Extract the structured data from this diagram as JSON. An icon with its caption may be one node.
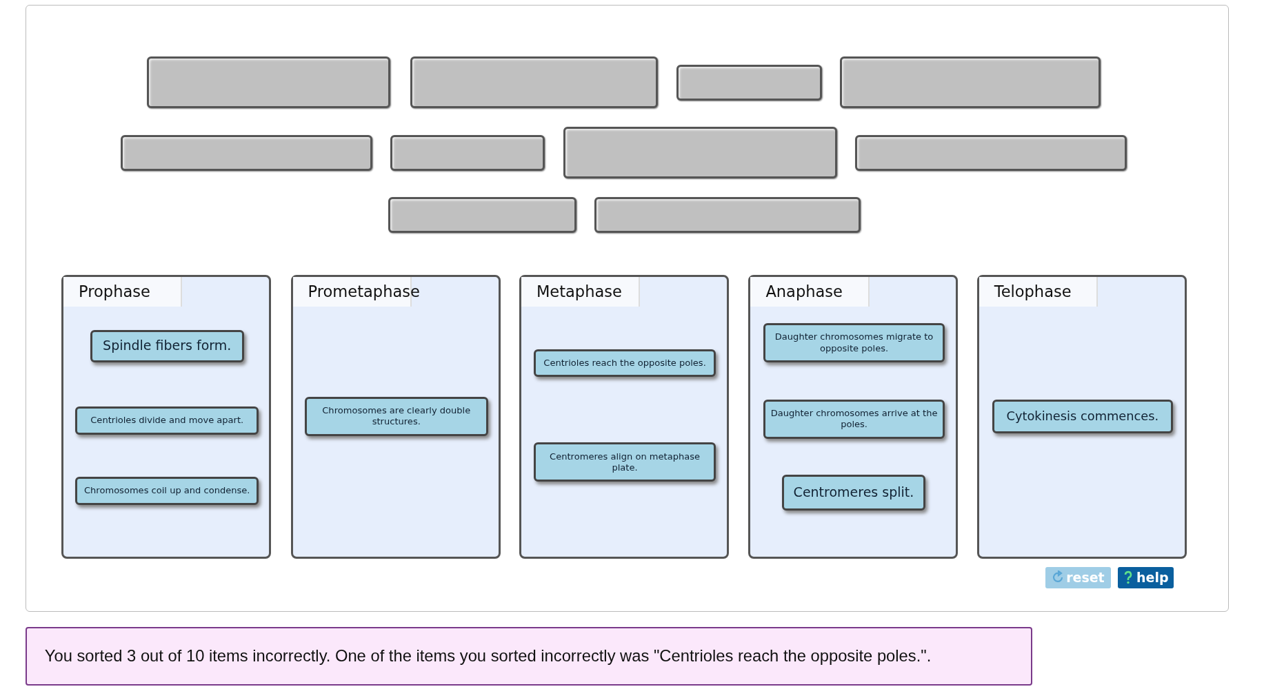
{
  "diagram": {
    "nodes": [
      {
        "text": [],
        "shape": "box"
      },
      {
        "text": [],
        "shape": "box"
      },
      {
        "text": [],
        "shape": "box"
      },
      {
        "text": [],
        "shape": "box"
      },
      {
        "text": [],
        "shape": "box"
      },
      {
        "text": [],
        "shape": "box"
      },
      {
        "text": [],
        "shape": "box"
      },
      {
        "text": [],
        "shape": "box"
      },
      {
        "text": [],
        "shape": "box"
      },
      {
        "text": [],
        "shape": "box"
      },
      {
        "text": [
          "Prophase"
        ]
      },
      {
        "text": [
          "Spindle fibers form."
        ],
        "in": 10
      },
      {
        "text": [
          "Centrioles divide and move apart."
        ],
        "in": 10
      },
      {
        "text": [
          "Chromosomes coil up and condense."
        ],
        "in": 10
      },
      {
        "text": [
          "Prometaphase"
        ]
      },
      {
        "text": [
          "Chromosomes are clearly double structures."
        ],
        "in": 14
      },
      {
        "text": [
          "Metaphase"
        ]
      },
      {
        "text": [
          "Centrioles reach the opposite poles."
        ],
        "in": 16
      },
      {
        "text": [
          "Centromeres align on metaphase plate."
        ],
        "in": 16
      },
      {
        "text": [
          "Anaphase"
        ]
      },
      {
        "text": [
          "Daughter chromosomes migrate to opposite poles."
        ],
        "in": 19
      },
      {
        "text": [
          "Daughter chromosomes arrive at the poles."
        ],
        "in": 19
      },
      {
        "text": [
          "Centromeres split."
        ],
        "in": 19
      },
      {
        "text": [
          "Telophase"
        ]
      },
      {
        "text": [
          "Cytokinesis commences."
        ],
        "in": 23
      },
      {
        "text": [
          "You sorted 3 out of 10 items incorrectly. One of the items you sorted incorrectly was \"Centrioles reach the opposite poles.\"."
        ]
      }
    ],
    "labels": [
      "reset",
      "help"
    ]
  }
}
